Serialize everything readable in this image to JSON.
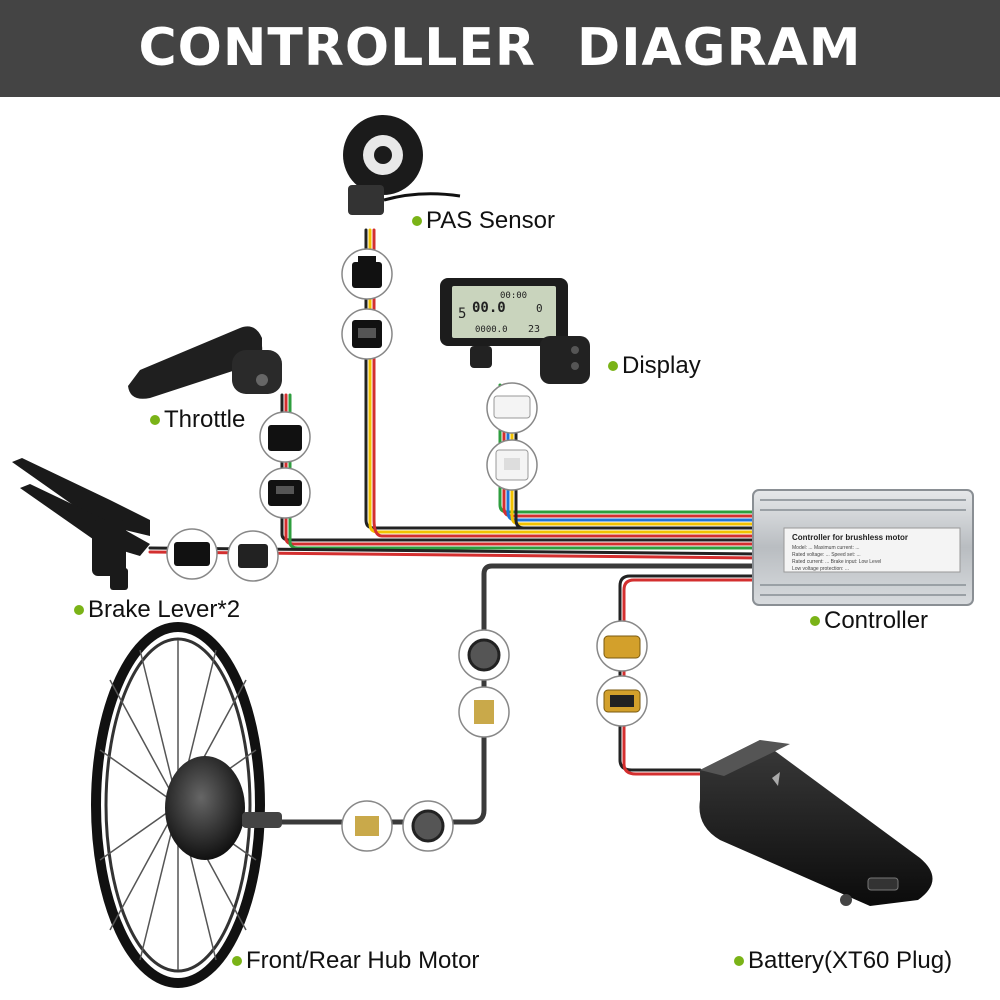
{
  "header": {
    "title": "CONTROLLER    DIAGRAM"
  },
  "labels": {
    "pas_sensor": "PAS Sensor",
    "display": "Display",
    "throttle": "Throttle",
    "brake_lever": "Brake Lever*2",
    "controller": "Controller",
    "hub_motor": "Front/Rear Hub Motor",
    "battery": "Battery(XT60 Plug)"
  },
  "controller_label": {
    "heading": "Controller for brushless motor",
    "line1": "Model: ...     Maximum current: ...",
    "line2": "Rated voltage: ...   Speed set: ...",
    "line3": "Rated current: ...   Brake input: Low Level",
    "line4": "Low voltage protection: ..."
  },
  "display_screen": {
    "top_row": "00:00",
    "speed": "00.0",
    "odometer": "0000.0",
    "level_left": "5",
    "level_right": "0",
    "temp": "23"
  },
  "colors": {
    "header_bg": "#444444",
    "bullet": "#7ab317",
    "wire_red": "#d32f2f",
    "wire_yellow": "#f2c200",
    "wire_black": "#222222",
    "wire_blue": "#1e73d8",
    "wire_green": "#2e9e3e",
    "controller_body": "#c4c8cc"
  }
}
